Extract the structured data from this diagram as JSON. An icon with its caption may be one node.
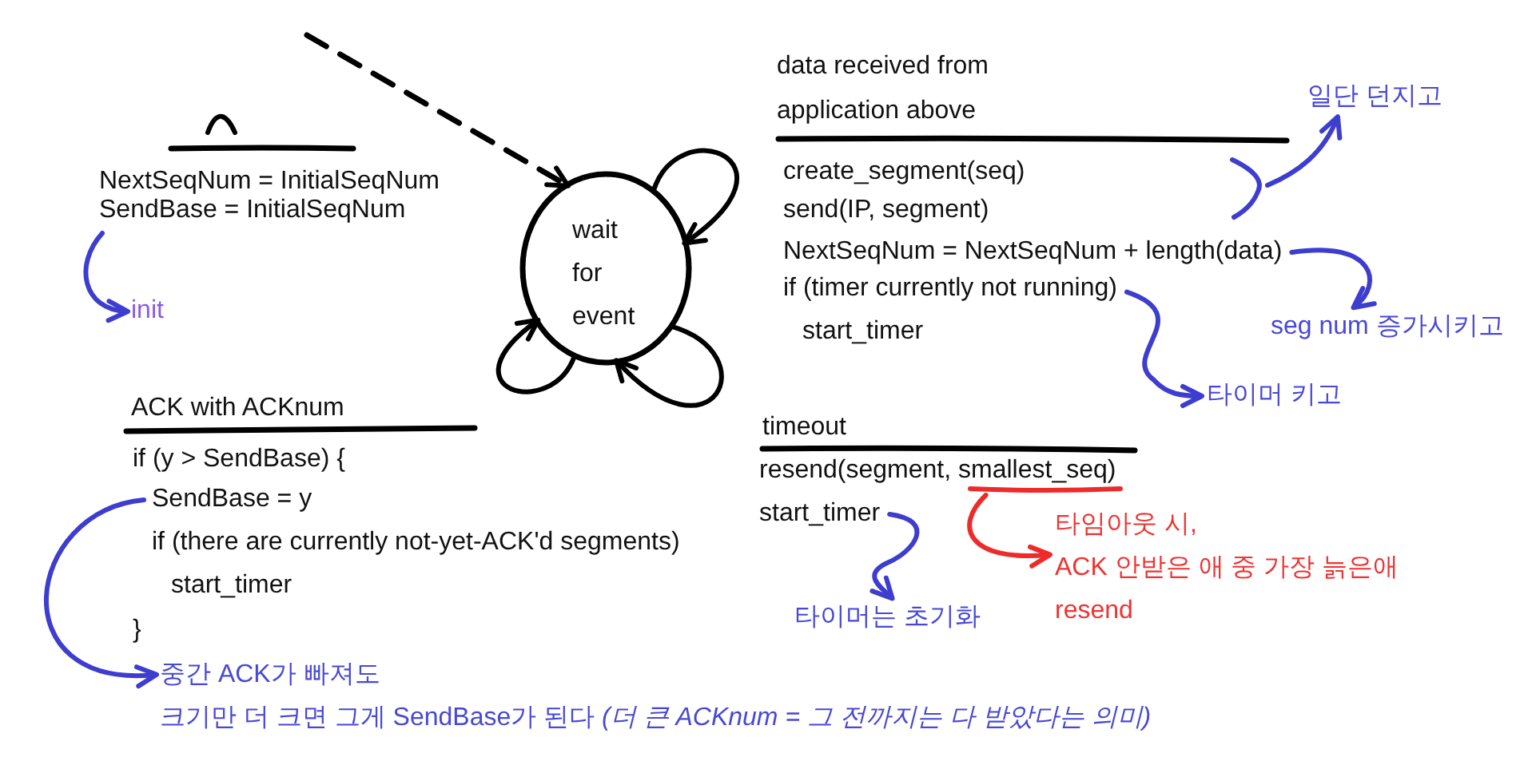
{
  "diagram": {
    "nodes": [
      {
        "text": [
          "NextSeqNum = InitialSeqNum",
          "SendBase = InitialSeqNum"
        ]
      },
      {
        "text": [
          "init"
        ]
      },
      {
        "text": [
          "wait for event"
        ]
      },
      {
        "text": [],
        "shape": "bracket"
      },
      {
        "text": [
          "일단 던지고"
        ]
      },
      {
        "text": [
          "NextSeqNum = NextSeqNum + length(data)"
        ]
      },
      {
        "text": [
          "seg num 증가시키고"
        ]
      },
      {
        "text": [
          "if (timer currently not running)",
          "start_timer"
        ]
      },
      {
        "text": [
          "타이머 키고"
        ]
      },
      {
        "text": [
          "SendBase = y"
        ]
      },
      {
        "text": [
          "중간 ACK가 빠져도 크기만 더 크면 그게 SendBase가 된다 *(더 큰 ACKnum = 그 전까지는 다 받았다는 의미)*"
        ]
      },
      {
        "text": [
          "start_timer"
        ]
      },
      {
        "text": [
          "타이머는 초기화"
        ]
      },
      {
        "text": [],
        "shape": "underline"
      },
      {
        "text": [
          "타임아웃 시, ACK 안받은 애 중 가장 늙은애 resend"
        ]
      }
    ],
    "edges": [
      {
        "from": null,
        "to": 2,
        "arrow": "to",
        "style": "dashed",
        "color": "#000000"
      },
      {
        "from": 2,
        "to": 2,
        "arrow": "to",
        "color": "#000000"
      },
      {
        "from": 2,
        "to": 2,
        "arrow": "to",
        "color": "#000000"
      },
      {
        "from": 2,
        "to": 2,
        "arrow": "to",
        "color": "#000000"
      },
      {
        "from": 0,
        "to": 1,
        "arrow": "to"
      },
      {
        "from": 3,
        "to": 4,
        "arrow": "to"
      },
      {
        "from": 5,
        "to": 6,
        "arrow": "to"
      },
      {
        "from": 7,
        "to": 8,
        "arrow": "to"
      },
      {
        "from": 9,
        "to": 10,
        "arrow": "to"
      },
      {
        "from": 11,
        "to": 12,
        "arrow": "to"
      },
      {
        "from": 13,
        "to": 14,
        "arrow": "to",
        "color": "#ee2b2b"
      }
    ],
    "labels": [
      "data received from application above",
      "create_segment(seq)",
      "send(IP, segment)",
      "ACK with ACKnum",
      "if (y > SendBase) {",
      "if (there are currently not-yet-ACK'd segments)",
      "start_timer",
      "}",
      "timeout",
      "resend(segment, smallest_seq)"
    ]
  }
}
